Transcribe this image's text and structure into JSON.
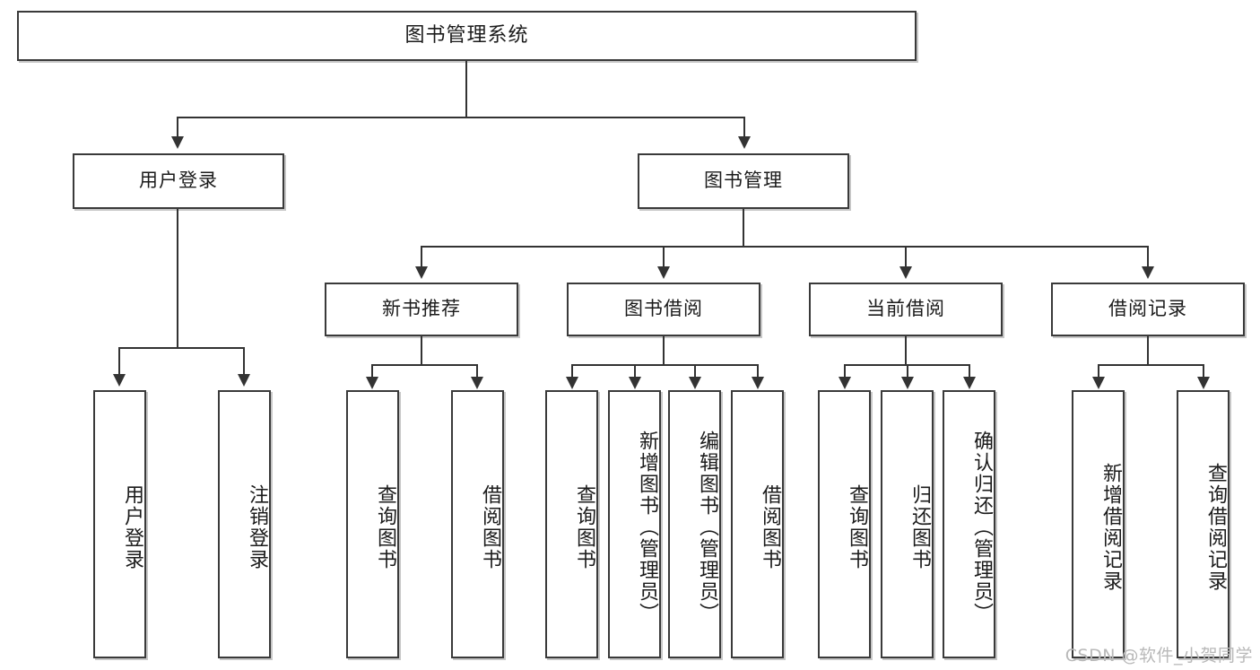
{
  "diagram": {
    "title": "图书管理系统",
    "type": "功能结构图",
    "watermark": "CSDN @软件_小贺同学",
    "colors": {
      "box_border": "#3a3a3a",
      "connector": "#333333",
      "background": "#ffffff",
      "text": "#1b1b1b",
      "watermark": "#b9b9b9"
    }
  },
  "nodes": {
    "root": {
      "label": "图书管理系统"
    },
    "level2": [
      {
        "label": "用户登录"
      },
      {
        "label": "图书管理"
      }
    ],
    "level3": [
      {
        "label": "新书推荐"
      },
      {
        "label": "图书借阅"
      },
      {
        "label": "当前借阅"
      },
      {
        "label": "借阅记录"
      }
    ],
    "leaves_user_login": [
      {
        "label": "用户登录"
      },
      {
        "label": "注销登录"
      }
    ],
    "leaves_new_book": [
      {
        "label": "查询图书"
      },
      {
        "label": "借阅图书"
      }
    ],
    "leaves_borrow": [
      {
        "label": "查询图书"
      },
      {
        "label": "新增图书（管理员）"
      },
      {
        "label": "编辑图书（管理员）"
      },
      {
        "label": "借阅图书"
      }
    ],
    "leaves_current": [
      {
        "label": "查询图书"
      },
      {
        "label": "归还图书"
      },
      {
        "label": "确认归还（管理员）"
      }
    ],
    "leaves_record": [
      {
        "label": "新增借阅记录"
      },
      {
        "label": "查询借阅记录"
      }
    ]
  },
  "chart_data": {
    "type": "tree",
    "title": "图书管理系统",
    "root": {
      "label": "图书管理系统",
      "children": [
        {
          "label": "用户登录",
          "children": [
            {
              "label": "用户登录"
            },
            {
              "label": "注销登录"
            }
          ]
        },
        {
          "label": "图书管理",
          "children": [
            {
              "label": "新书推荐",
              "children": [
                {
                  "label": "查询图书"
                },
                {
                  "label": "借阅图书"
                }
              ]
            },
            {
              "label": "图书借阅",
              "children": [
                {
                  "label": "查询图书"
                },
                {
                  "label": "新增图书（管理员）"
                },
                {
                  "label": "编辑图书（管理员）"
                },
                {
                  "label": "借阅图书"
                }
              ]
            },
            {
              "label": "当前借阅",
              "children": [
                {
                  "label": "查询图书"
                },
                {
                  "label": "归还图书"
                },
                {
                  "label": "确认归还（管理员）"
                }
              ]
            },
            {
              "label": "借阅记录",
              "children": [
                {
                  "label": "新增借阅记录"
                },
                {
                  "label": "查询借阅记录"
                }
              ]
            }
          ]
        }
      ]
    }
  }
}
